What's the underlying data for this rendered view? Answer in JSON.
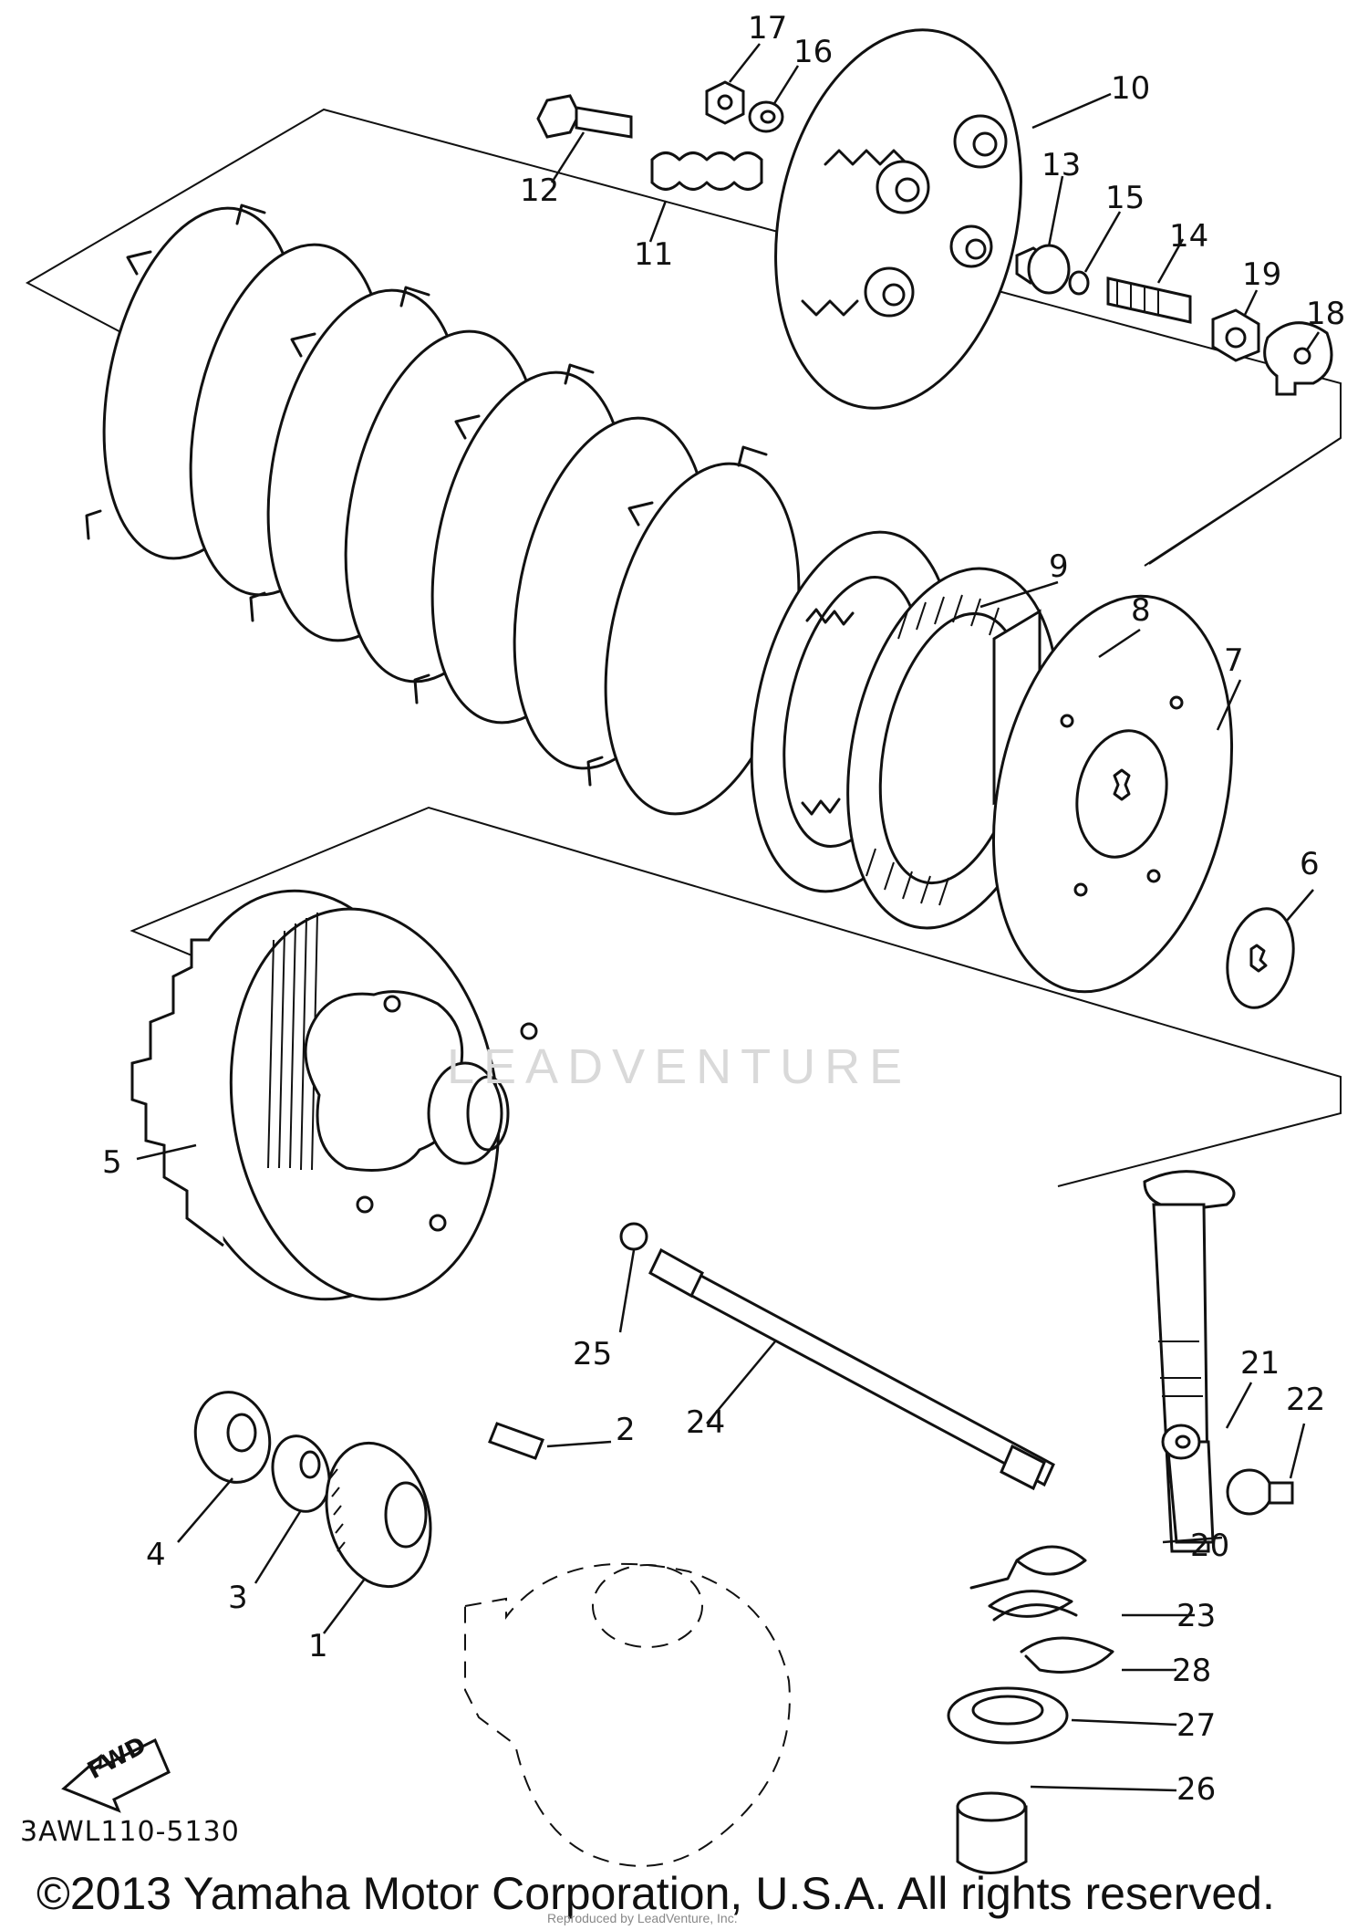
{
  "diagram": {
    "code": "3AWL110-5130",
    "copyright": "©2013 Yamaha Motor Corporation, U.S.A. All rights reserved.",
    "watermark": "LEADVENTURE",
    "reproduced_note": "Reproduced by LeadVenture, Inc.",
    "fwd_label": "FWD",
    "part_labels": [
      "1",
      "2",
      "3",
      "4",
      "5",
      "6",
      "7",
      "8",
      "9",
      "10",
      "11",
      "12",
      "13",
      "14",
      "15",
      "16",
      "17",
      "18",
      "19",
      "20",
      "21",
      "22",
      "23",
      "24",
      "25",
      "26",
      "27",
      "28"
    ]
  }
}
